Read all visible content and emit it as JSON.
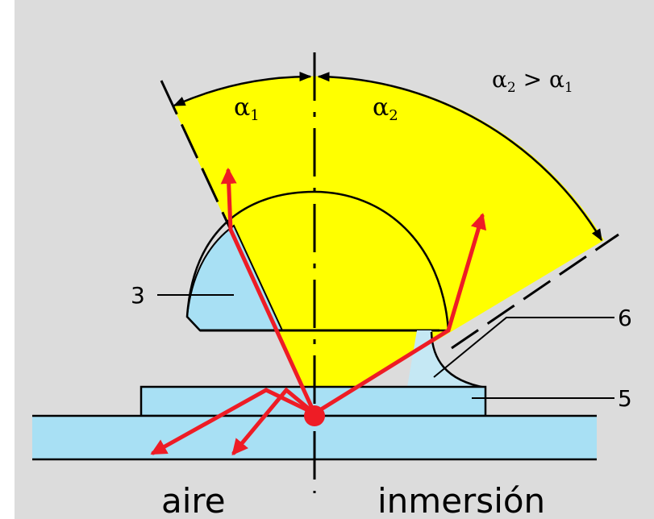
{
  "diagram": {
    "labels": {
      "alpha1": "α1",
      "alpha2": "α2",
      "relation": "α2 > α1",
      "part3": "3",
      "part5": "5",
      "part6": "6",
      "air": "aire",
      "immersion": "inmersión"
    },
    "colors": {
      "background": "#dcdcdc",
      "cone": "#ffff00",
      "glass": "#a8e0f4",
      "ray": "#ee1c25",
      "line": "#000000"
    }
  }
}
